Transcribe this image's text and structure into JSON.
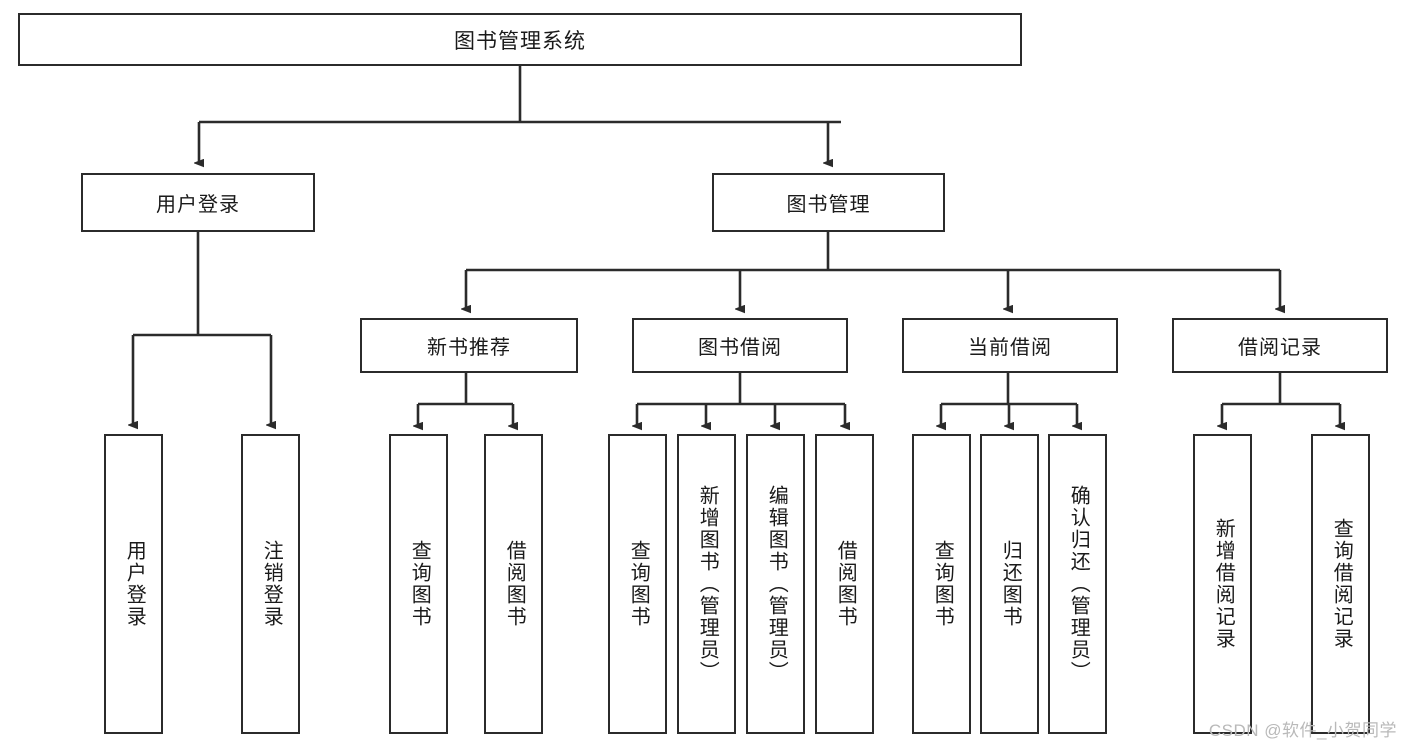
{
  "diagram": {
    "title": "图书管理系统",
    "type": "tree-hierarchy-diagram",
    "stroke_color": "#2b2b2b",
    "fill_color": "#ffffff",
    "root": {
      "label": "图书管理系统"
    },
    "level1": [
      {
        "label": "用户登录"
      },
      {
        "label": "图书管理"
      }
    ],
    "level2": [
      {
        "label": "新书推荐"
      },
      {
        "label": "图书借阅"
      },
      {
        "label": "当前借阅"
      },
      {
        "label": "借阅记录"
      }
    ],
    "leaves": {
      "user_login": [
        {
          "label": "用户登录"
        },
        {
          "label": "注销登录"
        }
      ],
      "new_book_recommend": [
        {
          "label": "查询图书"
        },
        {
          "label": "借阅图书"
        }
      ],
      "book_borrow": [
        {
          "label": "查询图书"
        },
        {
          "label": "新增图书（管理员）"
        },
        {
          "label": "编辑图书（管理员）"
        },
        {
          "label": "借阅图书"
        }
      ],
      "current_borrow": [
        {
          "label": "查询图书"
        },
        {
          "label": "归还图书"
        },
        {
          "label": "确认归还（管理员）"
        }
      ],
      "borrow_record": [
        {
          "label": "新增借阅记录"
        },
        {
          "label": "查询借阅记录"
        }
      ]
    }
  },
  "watermark": {
    "text": "CSDN @软件_小贺同学",
    "color": "#b9b9b9"
  }
}
